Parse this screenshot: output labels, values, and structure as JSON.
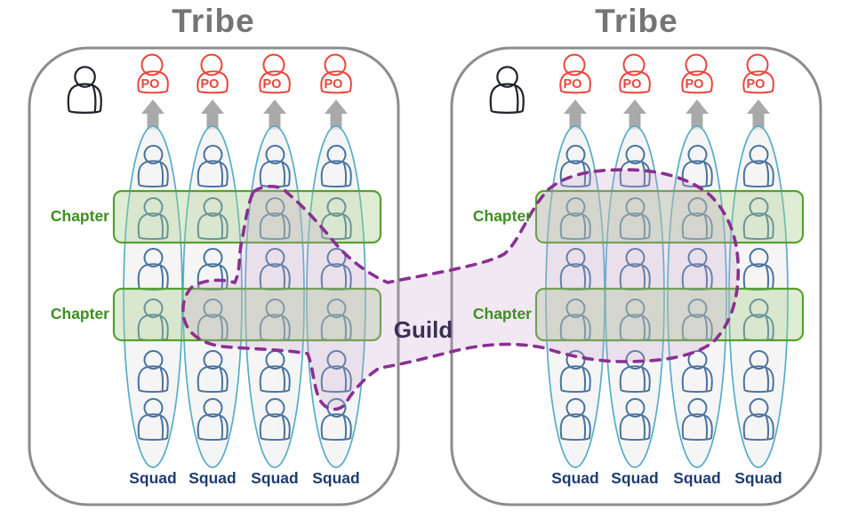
{
  "diagram": {
    "guild": {
      "label": "Guild"
    },
    "tribes": [
      {
        "title": "Tribe",
        "po_label": "PO",
        "chapters": [
          {
            "label": "Chapter"
          },
          {
            "label": "Chapter"
          }
        ],
        "squads": [
          {
            "label": "Squad"
          },
          {
            "label": "Squad"
          },
          {
            "label": "Squad"
          },
          {
            "label": "Squad"
          }
        ]
      },
      {
        "title": "Tribe",
        "po_label": "PO",
        "chapters": [
          {
            "label": "Chapter"
          },
          {
            "label": "Chapter"
          }
        ],
        "squads": [
          {
            "label": "Squad"
          },
          {
            "label": "Squad"
          },
          {
            "label": "Squad"
          },
          {
            "label": "Squad"
          }
        ]
      }
    ]
  },
  "colors": {
    "tribe_border": "#8c8c8c",
    "tribe_title_text": "#757575",
    "po_red": "#e8463c",
    "person_blue": "#49739f",
    "lead_person_black": "#23232d",
    "squad_ellipse_teal": "#56aec7",
    "squad_ellipse_fill": "#f2f2f2",
    "chapter_band_green": "#55a130",
    "chapter_band_fill": "#a5cd8b",
    "chapter_text_green": "#3e8e22",
    "squad_text_navy": "#1e3d6e",
    "guild_outline_purple": "#8a3092",
    "guild_fill_lavender": "#c9a3d1",
    "guild_text": "#393055",
    "arrow_gray": "#a9a9a9"
  }
}
